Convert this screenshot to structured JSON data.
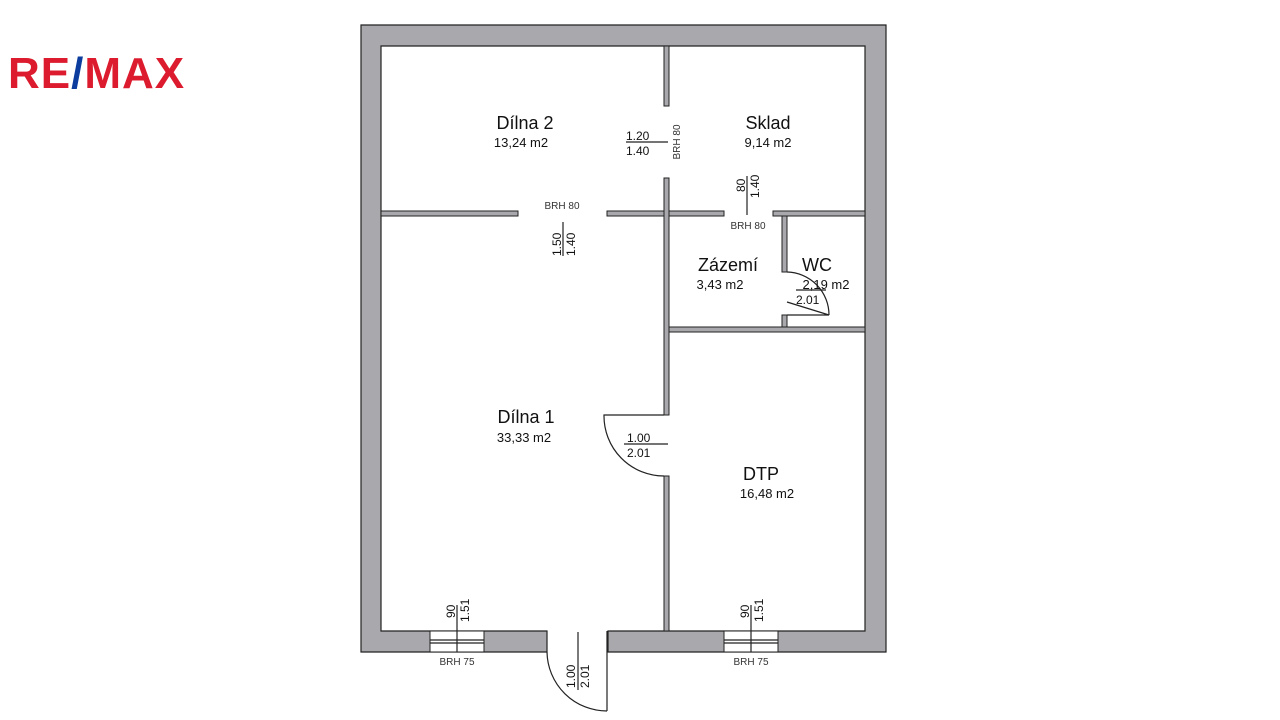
{
  "logo": {
    "part1": "RE",
    "slash": "/",
    "part2": "MAX"
  },
  "rooms": [
    {
      "name": "Dílna 2",
      "area": "13,24 m2"
    },
    {
      "name": "Sklad",
      "area": "9,14 m2"
    },
    {
      "name": "Zázemí",
      "area": "3,43 m2"
    },
    {
      "name": "WC",
      "area": "2,19 m2"
    },
    {
      "name": "Dílna 1",
      "area": "33,33 m2"
    },
    {
      "name": "DTP",
      "area": "16,48 m2"
    }
  ],
  "openings": {
    "door_dilna2_sklad": {
      "w": "1.20",
      "h": "1.40",
      "brh": "BRH 80"
    },
    "door_dilna1_dilna2": {
      "w": "1.50",
      "h": "1.40",
      "brh": "BRH 80"
    },
    "door_sklad_zazemi": {
      "w": "80",
      "h": "1.40",
      "brh": "BRH 80"
    },
    "door_wc": {
      "h": "2.01"
    },
    "door_dilna1_dtp": {
      "w": "1.00",
      "h": "2.01"
    },
    "entrance": {
      "w": "1.00",
      "h": "2.01"
    },
    "window_left": {
      "w": "90",
      "h": "1.51",
      "brh": "BRH 75"
    },
    "window_right": {
      "w": "90",
      "h": "1.51",
      "brh": "BRH 75"
    }
  },
  "colors": {
    "wall": "#a9a9ad",
    "logo_red": "#dc1c2e",
    "logo_blue": "#0c3c9e"
  }
}
